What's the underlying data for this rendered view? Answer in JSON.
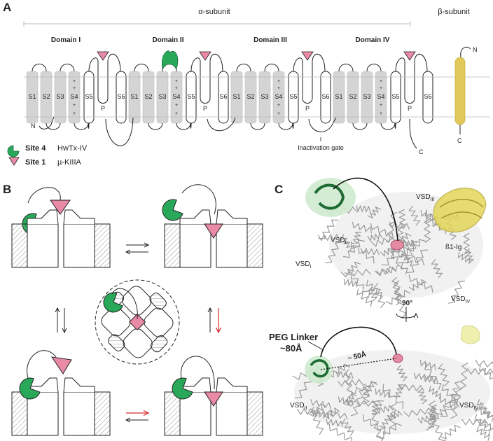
{
  "panel_labels": [
    "A",
    "B",
    "C"
  ],
  "headers": {
    "alpha": "α-subunit",
    "beta": "β-subunit"
  },
  "domains": [
    "Domain I",
    "Domain II",
    "Domain III",
    "Domain IV"
  ],
  "segments": [
    "S1",
    "S2",
    "S3",
    "S4",
    "S5",
    "P",
    "S6"
  ],
  "s4_charge": "+",
  "termini": {
    "n": "N",
    "c": "C"
  },
  "inactivation_gate": "Inactivation gate",
  "legend": [
    {
      "bold": "Site 4",
      "text": "HwTx-IV",
      "shape": "pacman",
      "color": "#2aa85a"
    },
    {
      "bold": "Site 1",
      "text": "µ-KIIIA",
      "shape": "triangle",
      "color": "#e98aa6"
    }
  ],
  "colors": {
    "segment_gray": "#d4d4d4",
    "beta_yellow": "#e0c95a",
    "toxin_green": "#2aa85a",
    "toxin_pink": "#e98aa6",
    "arrow_red": "#d42a2a"
  },
  "panel_c": {
    "vsd_iii": "VSD",
    "vsd_iii_sub": "III",
    "vsd_ii": "VSD",
    "vsd_ii_sub": "II",
    "vsd_i": "VSD",
    "vsd_i_sub": "I",
    "vsd_iv": "VSD",
    "vsd_iv_sub": "IV",
    "beta_ig": "ß1-Ig",
    "rotation": "90°",
    "peg_linker": "PEG Linker",
    "peg_length": "~80Å",
    "distance": "~ 50Å",
    "vsd_ii_b": "VSD",
    "vsd_ii_b_sub": "II",
    "vsd_iv_b": "VSD",
    "vsd_iv_b_sub": "IV"
  }
}
